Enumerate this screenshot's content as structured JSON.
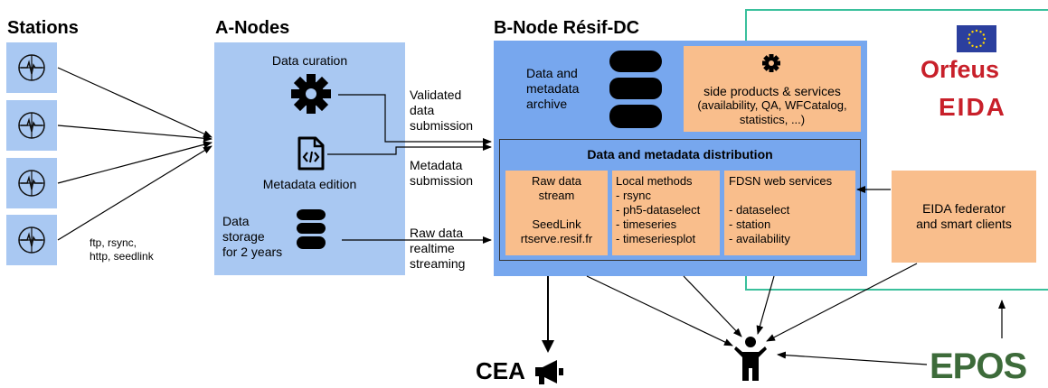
{
  "titles": {
    "stations": "Stations",
    "anodes": "A-Nodes",
    "bnode": "B-Node Résif-DC"
  },
  "anodes": {
    "data_curation": "Data curation",
    "metadata_edition": "Metadata edition",
    "storage_line1": "Data",
    "storage_line2": "storage",
    "storage_line3": "for 2 years"
  },
  "protocols": {
    "line1": "ftp, rsync,",
    "line2": "http, seedlink"
  },
  "flows": {
    "validated_1": "Validated",
    "validated_2": "data",
    "validated_3": "submission",
    "metadata_1": "Metadata",
    "metadata_2": "submission",
    "raw_1": "Raw data",
    "raw_2": "realtime",
    "raw_3": "streaming"
  },
  "bnode": {
    "archive_1": "Data and",
    "archive_2": "metadata",
    "archive_3": "archive",
    "side_1": "side products & services",
    "side_2": "(availability, QA, WFCatalog,",
    "side_3": "statistics, ...)",
    "dist_title": "Data and metadata distribution",
    "raw_stream_1": "Raw data",
    "raw_stream_2": "stream",
    "seedlink_1": "SeedLink",
    "seedlink_2": "rtserve.resif.fr",
    "local_title": "Local methods",
    "local_items": [
      "- rsync",
      "- ph5-dataselect",
      "- timeseries",
      "- timeseriesplot"
    ],
    "fdsn_title": "FDSN web services",
    "fdsn_items": [
      "- dataselect",
      "- station",
      "- availability"
    ]
  },
  "eida": {
    "line1": "EIDA federator",
    "line2": "and smart clients"
  },
  "logos": {
    "orfeus": "Orfeus",
    "eida": "EIDA",
    "epos": "EPOS",
    "cea": "CEA"
  },
  "colors": {
    "light_blue": "#a9c8f2",
    "mid_blue": "#77a7ee",
    "orange": "#f9be8c",
    "green": "#3ac09c",
    "orfeus_red": "#c8202a",
    "epos_green": "#3d6b3a",
    "eu_blue": "#2b3f9e"
  }
}
